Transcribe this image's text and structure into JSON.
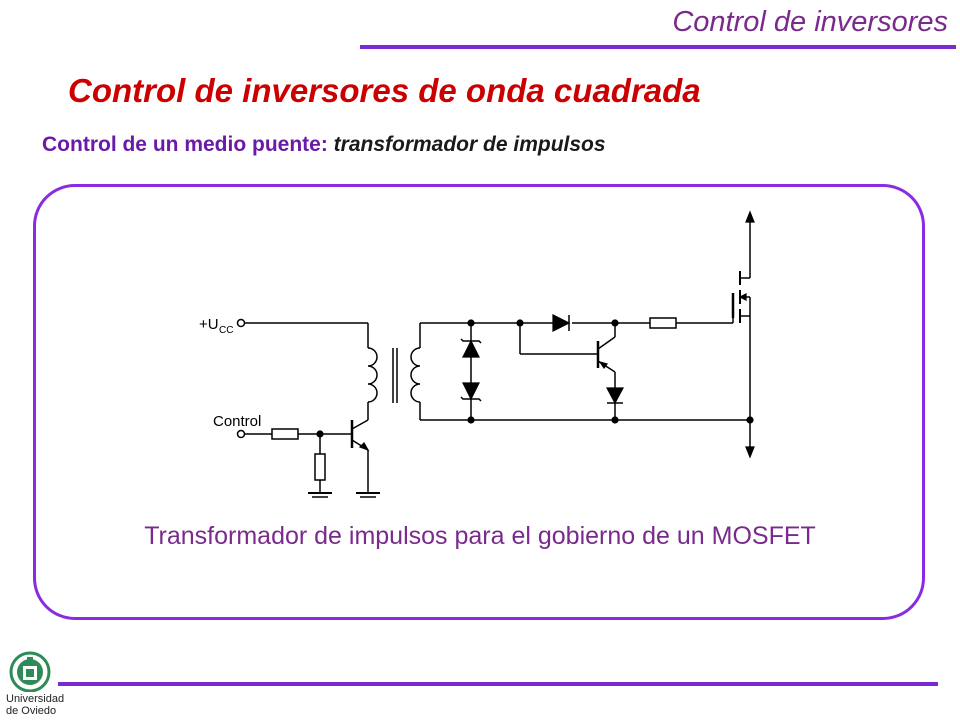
{
  "header": {
    "title": "Control de inversores"
  },
  "main": {
    "title": "Control de inversores de onda cuadrada",
    "subtitle_prefix": "Control de un medio puente: ",
    "subtitle_emphasis": "transformador de impulsos"
  },
  "diagram": {
    "supply_label": "+U",
    "supply_subscript": "CC",
    "control_label": "Control",
    "caption": "Transformador de impulsos para el gobierno de un MOSFET"
  },
  "footer": {
    "logo_line1": "Universidad",
    "logo_line2": "de Oviedo"
  },
  "colors": {
    "accent_purple": "#7a2ad0",
    "title_red": "#cc0000",
    "logo_green": "#2e8b57"
  }
}
